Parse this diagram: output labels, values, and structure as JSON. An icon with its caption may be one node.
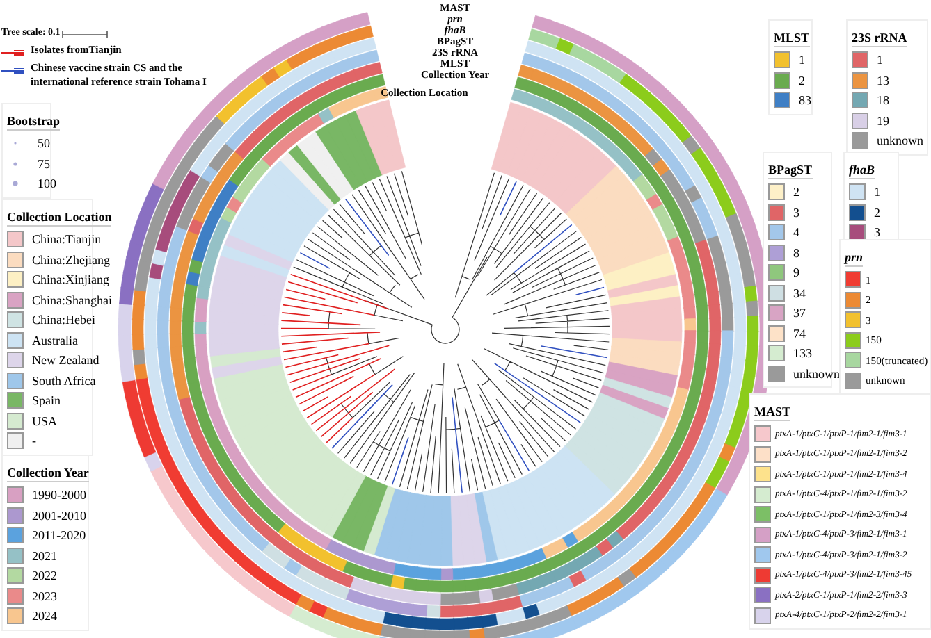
{
  "diagram": {
    "labels": [
      "Tree scale: 0.1",
      "MAST",
      "prn",
      "fhaB",
      "BPagST",
      "23S rRNA",
      "MLST",
      "Collection Year",
      "Collection Location",
      "Bootstrap",
      "Collection Location",
      "Collection Year",
      "MLST",
      "23S rRNA",
      "BPagST",
      "fhaB",
      "prn",
      "MAST"
    ],
    "legend": [
      {
        "text": "Isolates fromTianjin"
      },
      {
        "text": "Chinese vaccine strain CS and the international reference strain Tohama I"
      },
      {
        "text": "50"
      },
      {
        "text": "75"
      },
      {
        "text": "100"
      },
      {
        "text": "China:Tianjin",
        "color": "#f4c7c9"
      },
      {
        "text": "China:Zhejiang",
        "color": "#fbdcc0"
      },
      {
        "text": "China:Xinjiang",
        "color": "#fdf0c4"
      },
      {
        "text": "China:Shanghai",
        "color": "#d9a3c3"
      },
      {
        "text": "China:Hebei",
        "color": "#cfe3e3"
      },
      {
        "text": "Australia",
        "color": "#cde3f3"
      },
      {
        "text": "New Zealand",
        "color": "#ddd5ea"
      },
      {
        "text": "South Africa",
        "color": "#9fc7ea"
      },
      {
        "text": "Spain",
        "color": "#79b765"
      },
      {
        "text": "USA",
        "color": "#d5ead0"
      },
      {
        "text": "-",
        "color": "#f0f0f0"
      },
      {
        "text": "1990-2000",
        "color": "#d8a0c2"
      },
      {
        "text": "2001-2010",
        "color": "#ac98cf"
      },
      {
        "text": "2011-2020",
        "color": "#5ba2de"
      },
      {
        "text": "2021",
        "color": "#95c1c6"
      },
      {
        "text": "2022",
        "color": "#b3d9a1"
      },
      {
        "text": "2023",
        "color": "#ea8a8a"
      },
      {
        "text": "2024",
        "color": "#f8c68f"
      },
      {
        "text": "1",
        "color": "#f2c12e"
      },
      {
        "text": "2",
        "color": "#6aab4f"
      },
      {
        "text": "83",
        "color": "#3f7fc5"
      },
      {
        "text": "1",
        "color": "#e06567"
      },
      {
        "text": "13",
        "color": "#eb9441"
      },
      {
        "text": "18",
        "color": "#74a8b2"
      },
      {
        "text": "19",
        "color": "#d8cfe6"
      },
      {
        "text": "unknown",
        "color": "#9a9a9a"
      },
      {
        "text": "2",
        "color": "#fdf0c8"
      },
      {
        "text": "3",
        "color": "#e06567"
      },
      {
        "text": "4",
        "color": "#a3c7ea"
      },
      {
        "text": "8",
        "color": "#ae9fd6"
      },
      {
        "text": "9",
        "color": "#8fc77d"
      },
      {
        "text": "34",
        "color": "#cfdfe3"
      },
      {
        "text": "37",
        "color": "#d8a4c4"
      },
      {
        "text": "74",
        "color": "#fde2c8"
      },
      {
        "text": "133",
        "color": "#d5ecd0"
      },
      {
        "text": "unknown",
        "color": "#9a9a9a"
      },
      {
        "text": "1",
        "color": "#cfe3f3"
      },
      {
        "text": "2",
        "color": "#134f8f"
      },
      {
        "text": "3",
        "color": "#a74c7c"
      },
      {
        "text": "1",
        "color": "#f03c32"
      },
      {
        "text": "2",
        "color": "#ec8a34"
      },
      {
        "text": "3",
        "color": "#f2c12e"
      },
      {
        "text": "150",
        "color": "#8ccc1c"
      },
      {
        "text": "150(truncated)",
        "color": "#a8d7a0"
      },
      {
        "text": "unknown",
        "color": "#9a9a9a"
      },
      {
        "text": "ptxA-1/ptxC-1/ptxP-1/fim2-1/fim3-1",
        "color": "#f6c8cc"
      },
      {
        "text": "ptxA-1/ptxC-1/ptxP-1/fim2-1/fim3-2",
        "color": "#fde0c8"
      },
      {
        "text": "ptxA-1/ptxC-1/ptxP-1/fim2-1/fim3-4",
        "color": "#fde28c"
      },
      {
        "text": "ptxA-1/ptxC-4/ptxP-1/fim2-1/fim3-2",
        "color": "#d5ecd0"
      },
      {
        "text": "ptxA-1/ptxC-1/ptxP-1/fim2-3/fim3-4",
        "color": "#7cbf66"
      },
      {
        "text": "ptxA-1/ptxC-4/ptxP-3/fim2-1/fim3-1",
        "color": "#d5a0c6"
      },
      {
        "text": "ptxA-1/ptxC-4/ptxP-3/fim2-1/fim3-2",
        "color": "#a0c8ee"
      },
      {
        "text": "ptxA-1/ptxC-4/ptxP-3/fim2-1/fim3-45",
        "color": "#ee3a33"
      },
      {
        "text": "ptxA-2/ptxC-1/ptxP-1/fim2-2/fim3-3",
        "color": "#8a70c2"
      },
      {
        "text": "ptxA-4/ptxC-1/ptxP-2/fim2-2/fim3-1",
        "color": "#d8d3ec"
      }
    ]
  }
}
